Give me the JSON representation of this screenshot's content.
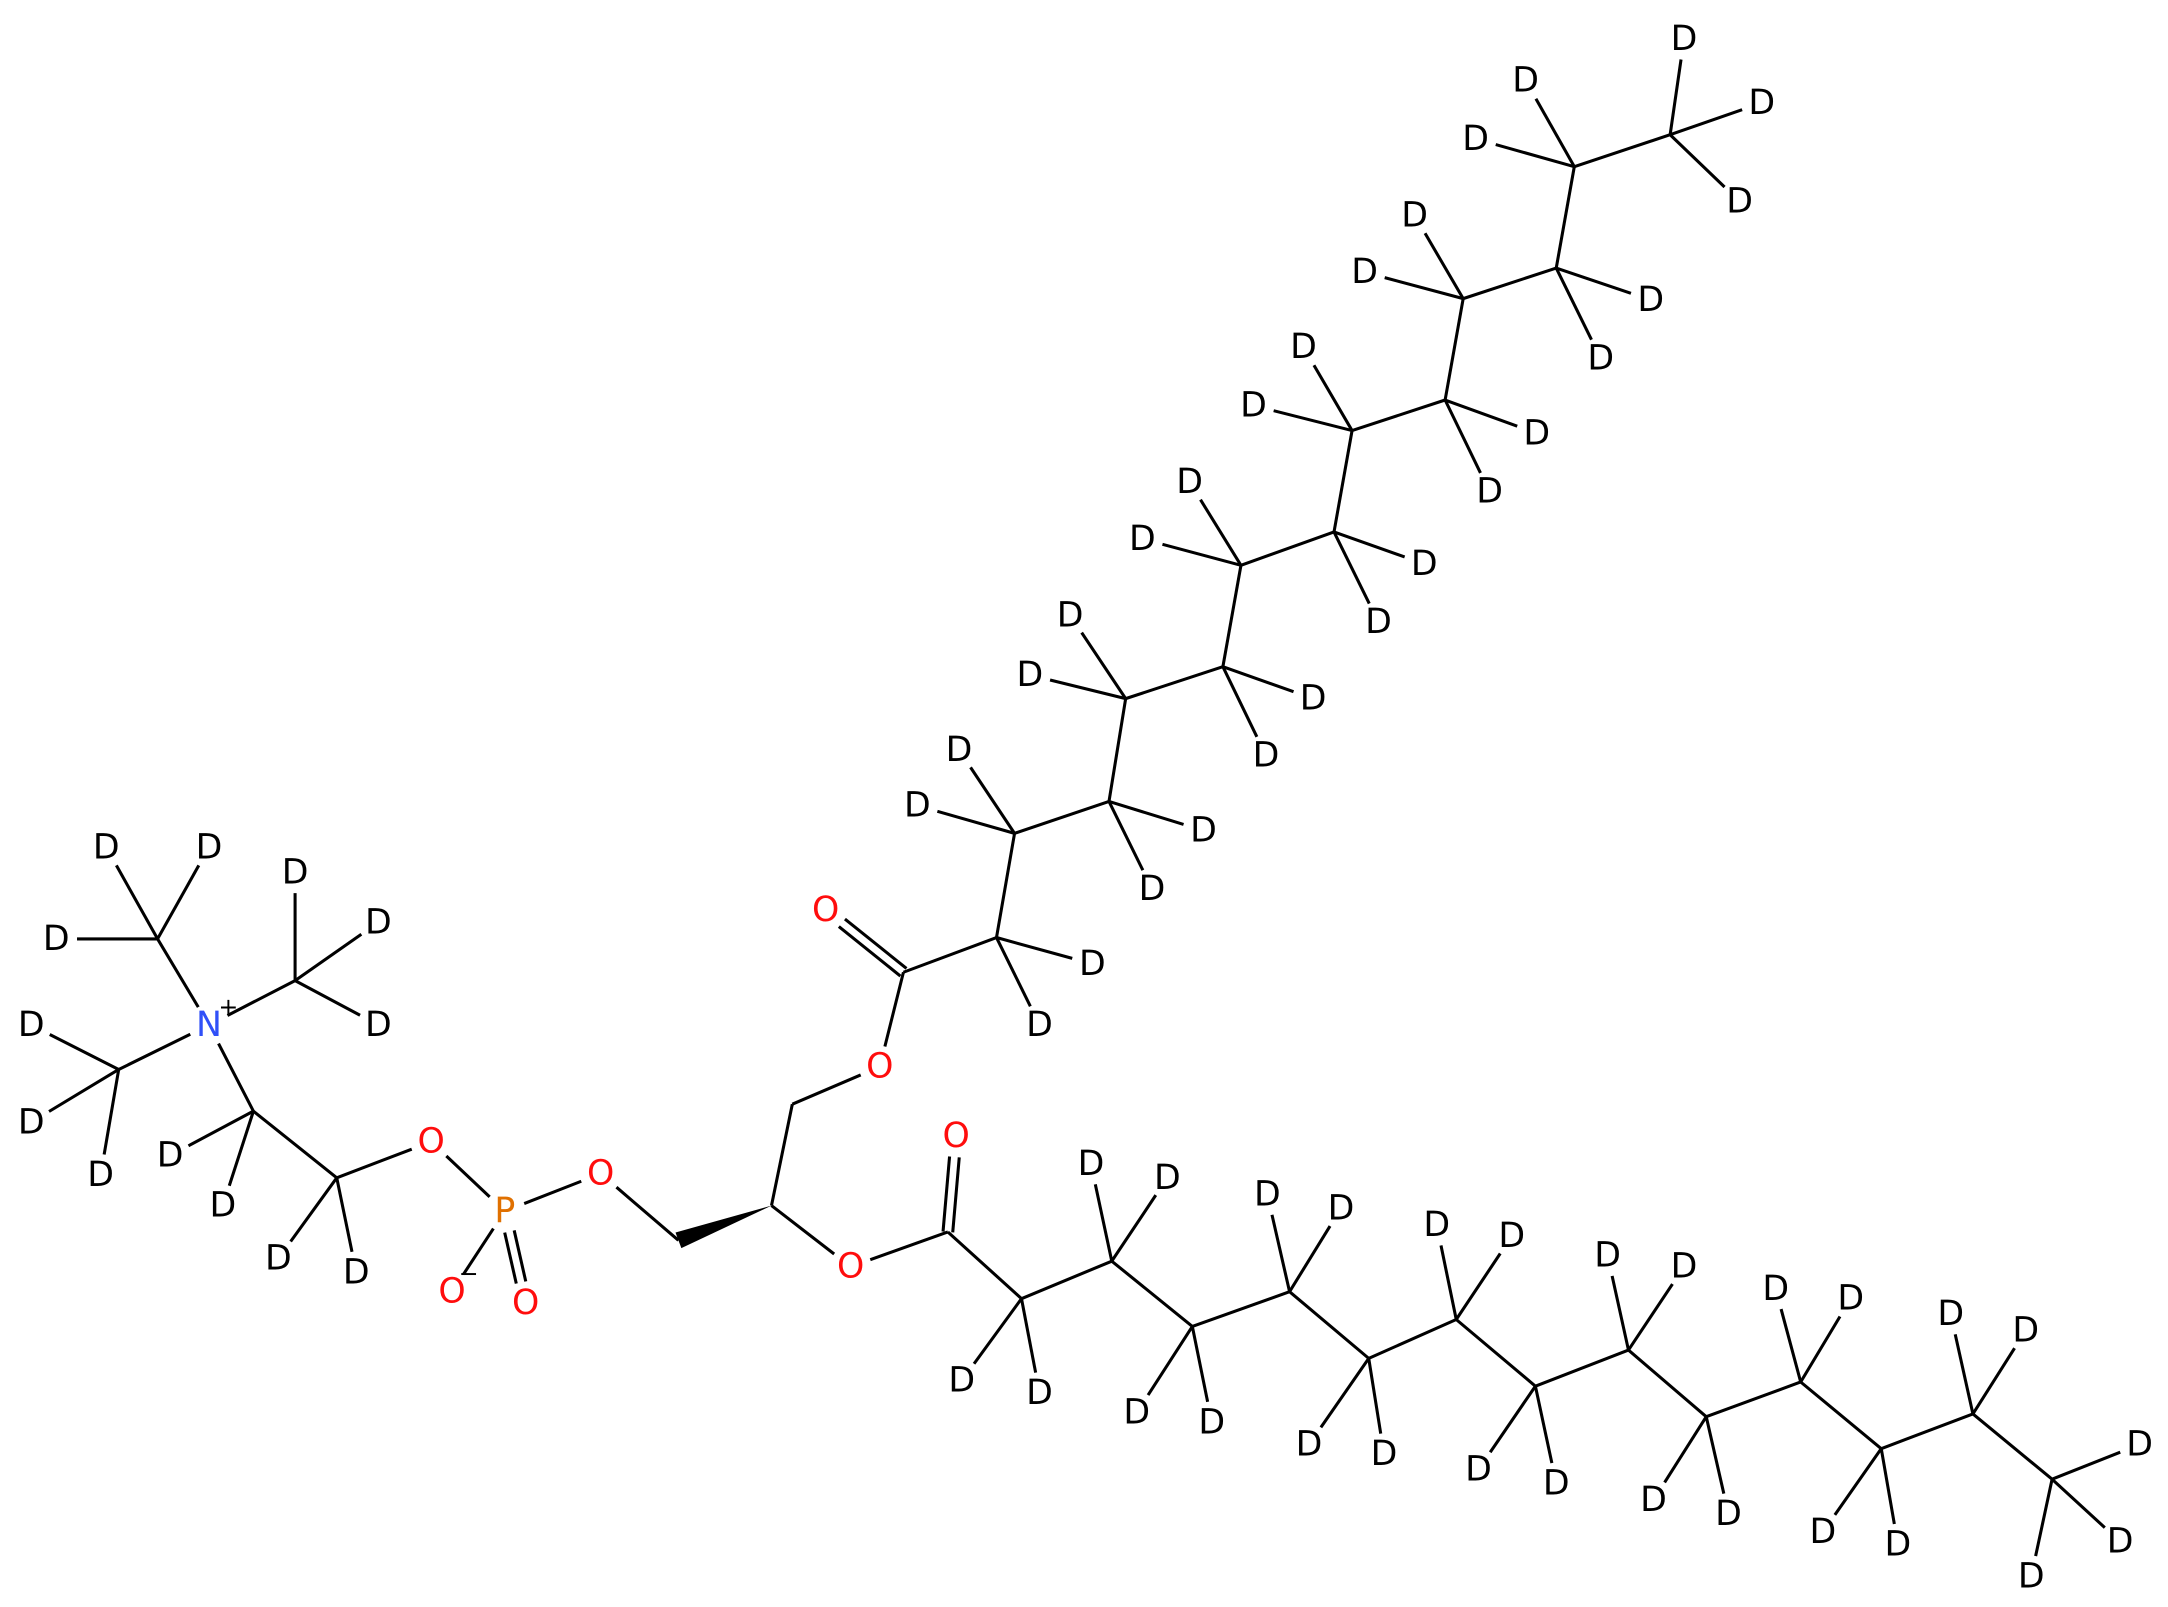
{
  "labels": {
    "D": "D",
    "O": "O",
    "P": "P",
    "N": "N"
  },
  "charges": {
    "plus": "+",
    "minus": "−"
  },
  "colors": {
    "bond": "#000000",
    "D": "#000000",
    "O": "#ff0d0d",
    "P": "#e07000",
    "N": "#3050f8"
  }
}
